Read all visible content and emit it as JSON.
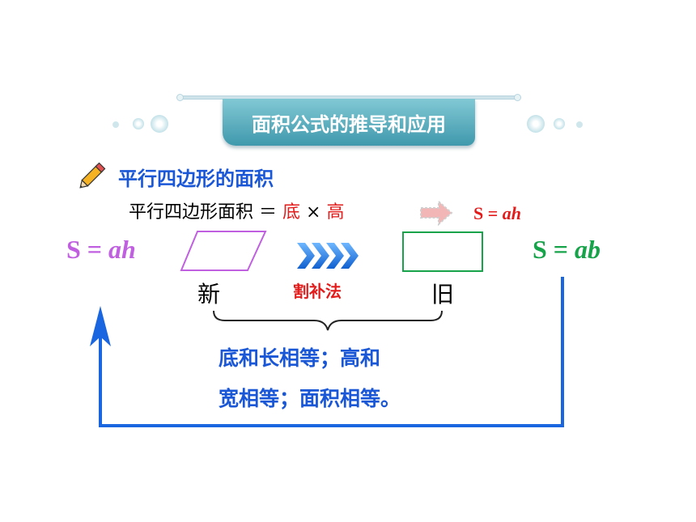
{
  "banner": {
    "title": "面积公式的推导和应用"
  },
  "section": {
    "heading": "平行四边形的面积"
  },
  "formula_line": {
    "prefix": "平行四边形面积 ＝ ",
    "base": "底",
    "times": " × ",
    "height": "高"
  },
  "small_formula": {
    "s": "S",
    "eq": " = ",
    "var": "ah"
  },
  "left_formula": {
    "s": "S",
    "eq": " = ",
    "var": "ah"
  },
  "right_formula": {
    "s": "S",
    "eq": " = ",
    "var": "ab"
  },
  "labels": {
    "new": "新",
    "old": "旧",
    "method": "割补法"
  },
  "note": {
    "line1": "底和长相等；高和",
    "line2": "宽相等；面积相等。"
  },
  "colors": {
    "blue": "#1a57d6",
    "red": "#e21b1b",
    "purple": "#c060e0",
    "green": "#17a34a",
    "teal": "#3f99ac"
  },
  "icons": {
    "pencil": "pencil-icon",
    "chevrons": "chevron-right-icon",
    "dashed_arrow": "dashed-arrow-icon",
    "up_arrow": "arrow-up-icon"
  }
}
